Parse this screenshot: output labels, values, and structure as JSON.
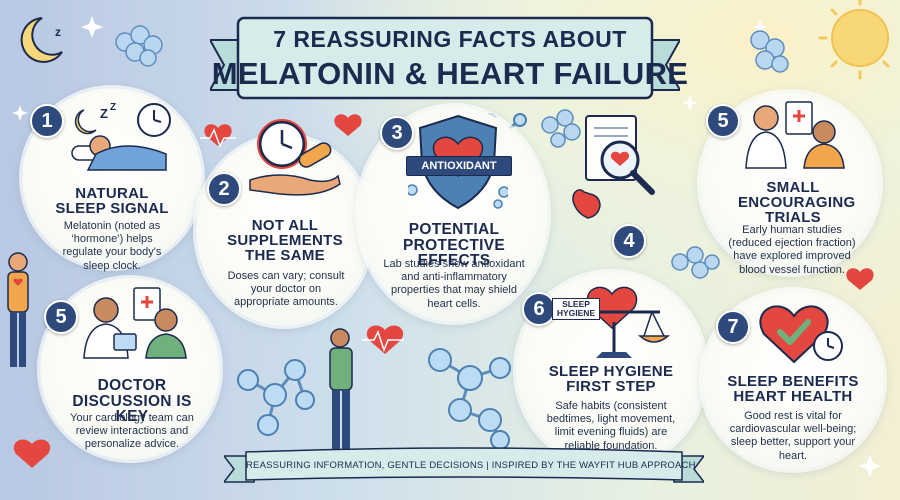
{
  "header": {
    "line1": "7 REASSURING FACTS ABOUT",
    "line2": "MELATONIN & HEART FAILURE"
  },
  "facts": [
    {
      "num": "1",
      "title": "NATURAL SLEEP SIGNAL",
      "text": "Melatonin (noted as ‘hormone’) helps regulate your body's sleep clock."
    },
    {
      "num": "2",
      "title": "NOT ALL SUPPLEMENTS THE SAME",
      "text": "Doses can vary; consult your doctor on appropriate amounts."
    },
    {
      "num": "3",
      "title": "POTENTIAL PROTECTIVE EFFECTS",
      "text": "Lab studies show antioxidant and anti-inflammatory properties that may shield heart cells.",
      "badge": "ANTIOXIDANT"
    },
    {
      "num": "4"
    },
    {
      "num": "5",
      "title": "SMALL ENCOURAGING TRIALS",
      "text": "Early human studies (reduced ejection fraction) have explored improved blood vessel function."
    },
    {
      "num": "5",
      "title": "DOCTOR DISCUSSION IS KEY",
      "text": "Your cardiology team can review interactions and personalize advice."
    },
    {
      "num": "6",
      "title": "SLEEP HYGIENE FIRST STEP",
      "text": "Safe habits (consistent bedtimes, light movement, limit evening fluids) are reliable foundation.",
      "scale_label": "SLEEP HYGIENE"
    },
    {
      "num": "7",
      "title": "SLEEP BENEFITS HEART HEALTH",
      "text": "Good rest is vital for cardiovascular well-being; sleep better, support your heart."
    }
  ],
  "footer": "REASSURING INFORMATION, GENTLE DECISIONS | INSPIRED BY THE WAYFIT HUB APPROACH",
  "colors": {
    "navy": "#1b2a4e",
    "badge": "#2e4a7d",
    "heart": "#e4473f",
    "ribbon": "#d7ecea"
  }
}
